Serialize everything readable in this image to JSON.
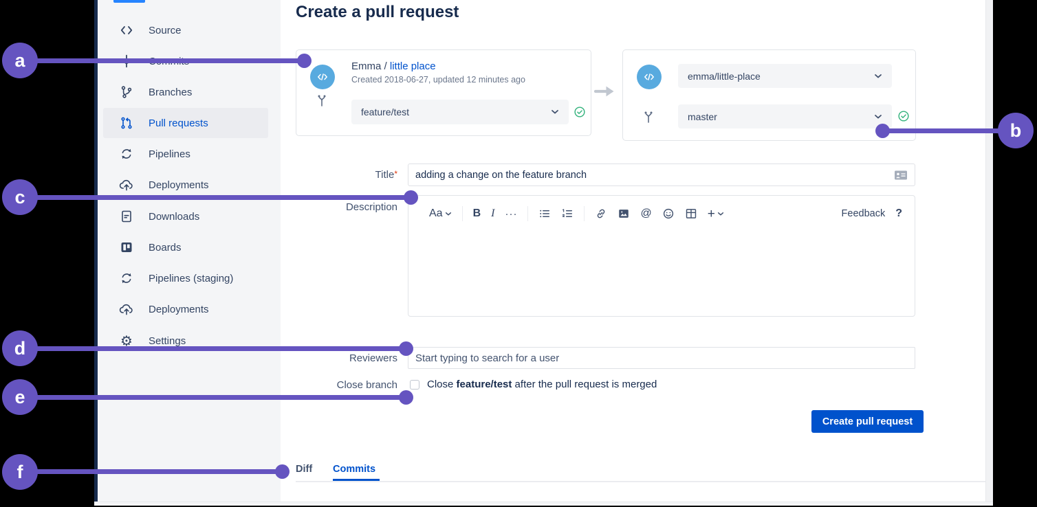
{
  "colors": {
    "accent_purple": "#6554C0",
    "link_blue": "#0052CC",
    "button_blue": "#0052CC",
    "success_green": "#36B37E",
    "avatar_blue": "#58AADF",
    "sidebar_bg": "#F4F5F7"
  },
  "annotations": {
    "markers": [
      {
        "label": "a"
      },
      {
        "label": "b"
      },
      {
        "label": "c"
      },
      {
        "label": "d"
      },
      {
        "label": "e"
      },
      {
        "label": "f"
      }
    ]
  },
  "sidebar": {
    "items": [
      {
        "label": "Source"
      },
      {
        "label": "Commits"
      },
      {
        "label": "Branches"
      },
      {
        "label": "Pull requests",
        "active": true
      },
      {
        "label": "Pipelines"
      },
      {
        "label": "Deployments"
      },
      {
        "label": "Downloads"
      },
      {
        "label": "Boards"
      },
      {
        "label": "Pipelines (staging)"
      },
      {
        "label": "Deployments"
      },
      {
        "label": "Settings"
      }
    ]
  },
  "page": {
    "title": "Create a pull request"
  },
  "source_card": {
    "owner": "Emma",
    "separator": " / ",
    "repo_link": "little place",
    "meta": "Created 2018-06-27, updated 12 minutes ago",
    "branch": "feature/test"
  },
  "dest_card": {
    "repo": "emma/little-place",
    "branch": "master"
  },
  "form": {
    "title_label": "Title",
    "required_mark": "*",
    "title_value": "adding a change on the feature branch",
    "description_label": "Description",
    "reviewers_label": "Reviewers",
    "reviewers_placeholder": "Start typing to search for a user",
    "close_branch_label": "Close branch",
    "close_text_prefix": "Close ",
    "close_branch_name": "feature/test",
    "close_text_suffix": " after the pull request is merged",
    "submit_label": "Create pull request"
  },
  "editor": {
    "style_label": "Aa",
    "bold_label": "B",
    "italic_label": "I",
    "more_label": "···",
    "mention_label": "@",
    "insert_label": "+",
    "feedback_label": "Feedback",
    "help_label": "?",
    "toolbar_icons": [
      "text-style",
      "bold",
      "italic",
      "more",
      "bullet-list",
      "numbered-list",
      "link",
      "image",
      "mention",
      "emoji",
      "table",
      "insert-plus"
    ]
  },
  "tabs": [
    {
      "label": "Diff"
    },
    {
      "label": "Commits",
      "active": true
    }
  ]
}
